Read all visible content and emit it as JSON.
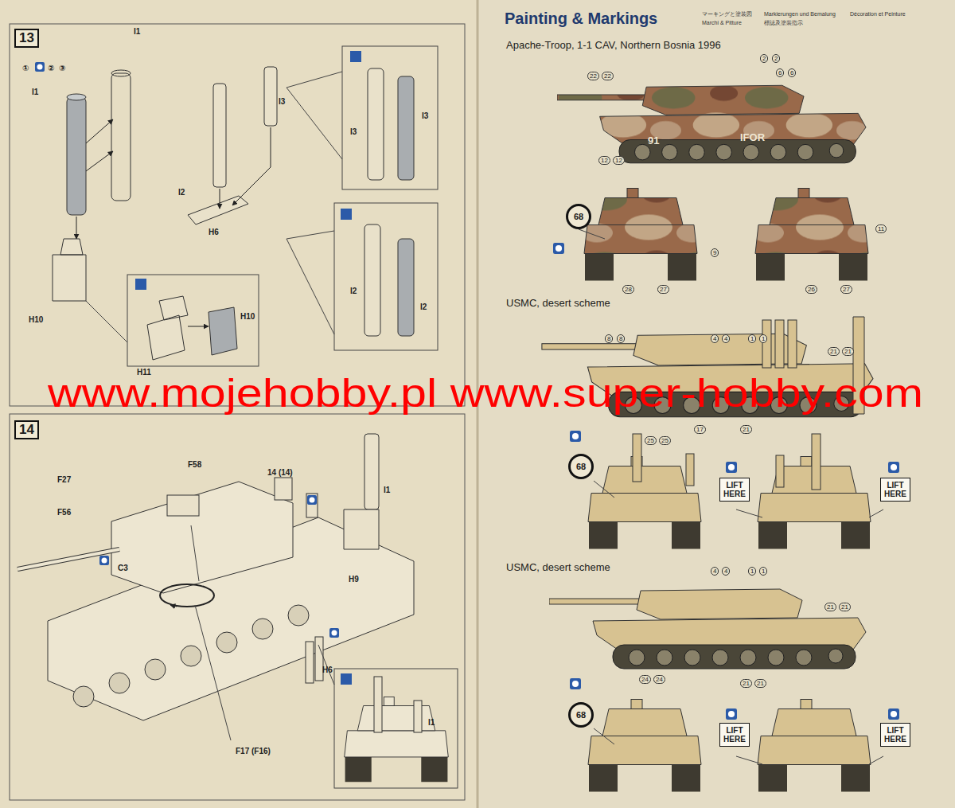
{
  "diagram": {
    "title": "Painting & Markings",
    "nodes": [
      {
        "text": [
          "13"
        ]
      },
      {
        "text": [
          "14"
        ]
      },
      {
        "text": [
          "68"
        ]
      },
      {
        "text": [
          "68"
        ]
      },
      {
        "text": [
          "LIFT HERE"
        ]
      },
      {
        "text": [
          "LIFT HERE"
        ]
      },
      {
        "text": [
          "68"
        ]
      },
      {
        "text": [
          "LIFT HERE"
        ]
      },
      {
        "text": [
          "LIFT HERE"
        ]
      }
    ],
    "labels": [
      "①",
      "②",
      "③",
      "I1",
      "I1",
      "I3",
      "I2",
      "H6",
      "I3",
      "I3",
      "I2",
      "I2",
      "H10",
      "H10",
      "H11",
      "F27",
      "F58",
      "F56",
      "14 (14)",
      "I1",
      "C3",
      "H9",
      "H6",
      "F17 (F16)",
      "I1",
      "マーキングと塗装図",
      "Markierungen und Bemalung",
      "Décoration et Peinture",
      "Marchi & Pitture",
      "標誌及塗裝指示",
      "Apache-Troop, 1-1 CAV, Northern Bosnia 1996",
      "91",
      "IFOR",
      "USMC, desert scheme",
      "USMC, desert scheme",
      "22",
      "22",
      "2",
      "2",
      "6",
      "6",
      "12",
      "12",
      "9",
      "11",
      "28",
      "27",
      "26",
      "27",
      "8",
      "8",
      "4",
      "4",
      "1",
      "1",
      "21",
      "21",
      "17",
      "21",
      "25",
      "25",
      "4",
      "4",
      "1",
      "1",
      "21",
      "21",
      "24",
      "24",
      "21",
      "21",
      "www.mojehobby.pl www.super-hobby.com"
    ]
  }
}
